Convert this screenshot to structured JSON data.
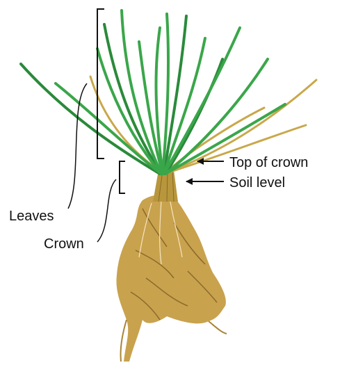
{
  "labels": {
    "top_of_crown": "Top of crown",
    "soil_level": "Soil level",
    "leaves": "Leaves",
    "crown": "Crown"
  },
  "colors": {
    "leaf_green": "#3aa64a",
    "leaf_dark": "#2a8a3a",
    "dry_leaf": "#c9a84a",
    "root_tan": "#c9a24e",
    "root_dark": "#8a6a2a",
    "line": "#111111"
  }
}
